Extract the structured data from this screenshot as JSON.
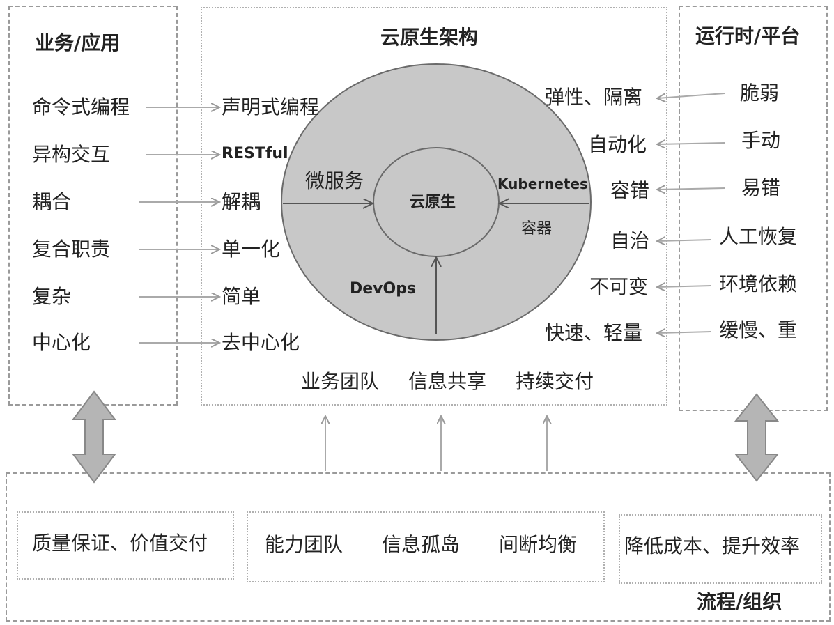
{
  "left_panel": {
    "title": "业务/应用",
    "items": [
      "命令式编程",
      "异构交互",
      "耦合",
      "复合职责",
      "复杂",
      "中心化"
    ]
  },
  "center_panel": {
    "title": "云原生架构",
    "left_targets": [
      "声明式编程",
      "RESTful",
      "解耦",
      "单一化",
      "简单",
      "去中心化"
    ],
    "right_targets": [
      "弹性、隔离",
      "自动化",
      "容错",
      "自治",
      "不可变",
      "快速、轻量"
    ],
    "circle": {
      "core": "云原生",
      "microservices": "微服务",
      "kubernetes": "Kubernetes",
      "containers": "容器",
      "devops": "DevOps"
    },
    "bottom_items": [
      "业务团队",
      "信息共享",
      "持续交付"
    ]
  },
  "right_panel": {
    "title": "运行时/平台",
    "items": [
      "脆弱",
      "手动",
      "易错",
      "人工恢复",
      "环境依赖",
      "缓慢、重"
    ]
  },
  "bottom_panel": {
    "title": "流程/组织",
    "box_left": "质量保证、价值交付",
    "box_middle": [
      "能力团队",
      "信息孤岛",
      "间断均衡"
    ],
    "box_right": "降低成本、提升效率"
  },
  "colors": {
    "ellipse": "#c8c8c8",
    "arrow": "#aaaaaa",
    "border": "#9a9a9a"
  }
}
